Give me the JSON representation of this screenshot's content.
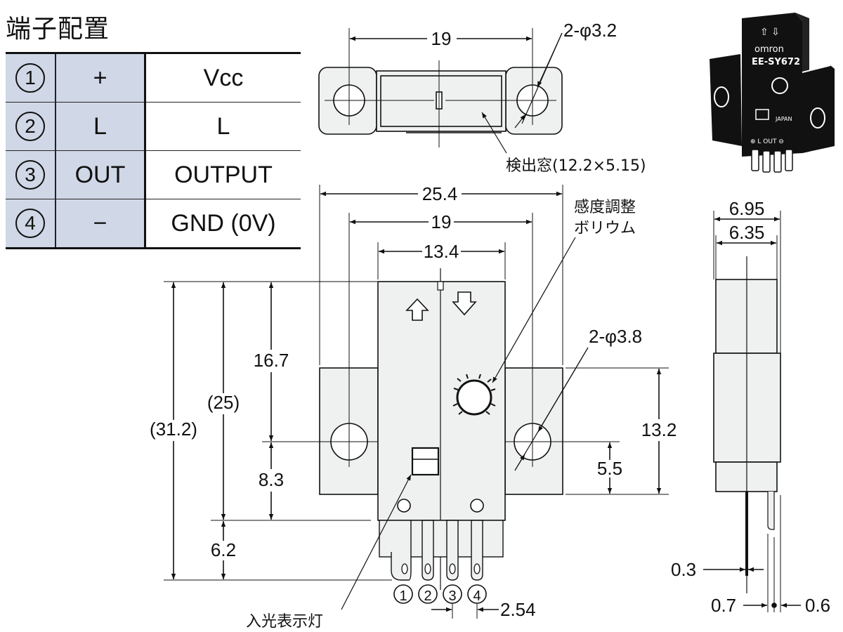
{
  "title": "端子配置",
  "pin_table": {
    "rows": [
      {
        "num": "1",
        "symbol": "+",
        "name": "Vcc"
      },
      {
        "num": "2",
        "symbol": "L",
        "name": "L"
      },
      {
        "num": "3",
        "symbol": "OUT",
        "name": "OUTPUT"
      },
      {
        "num": "4",
        "symbol": "−",
        "name": "GND (0V)"
      }
    ]
  },
  "top_view": {
    "hole_pitch": "19",
    "hole_dia": "2-φ3.2",
    "window_label": "検出窓(12.2×5.15)"
  },
  "front_view": {
    "overall_width": "25.4",
    "hole_pitch": "19",
    "body_width": "13.4",
    "adjust_label_line1": "感度調整",
    "adjust_label_line2": "ボリウム",
    "hole_dia": "2-φ3.8",
    "dim_31_2": "(31.2)",
    "dim_25": "(25)",
    "dim_16_7": "16.7",
    "dim_8_3": "8.3",
    "dim_6_2": "6.2",
    "dim_13_2": "13.2",
    "dim_5_5": "5.5",
    "pin_pitch": "2.54",
    "pins": [
      "1",
      "2",
      "3",
      "4"
    ],
    "indicator_label": "入光表示灯"
  },
  "side_view": {
    "dim_6_95": "6.95",
    "dim_6_35": "6.35",
    "dim_0_3": "0.3",
    "dim_0_7": "0.7",
    "dim_0_6": "0.6"
  },
  "product_photo": {
    "brand": "omron",
    "model": "EE-SY672",
    "origin": "JAPAN",
    "terminal_marks": "⊕ L OUT ⊖"
  },
  "colors": {
    "part_fill": "#eff1f0",
    "table_fill": "#d0d7e6",
    "line": "#111111"
  }
}
